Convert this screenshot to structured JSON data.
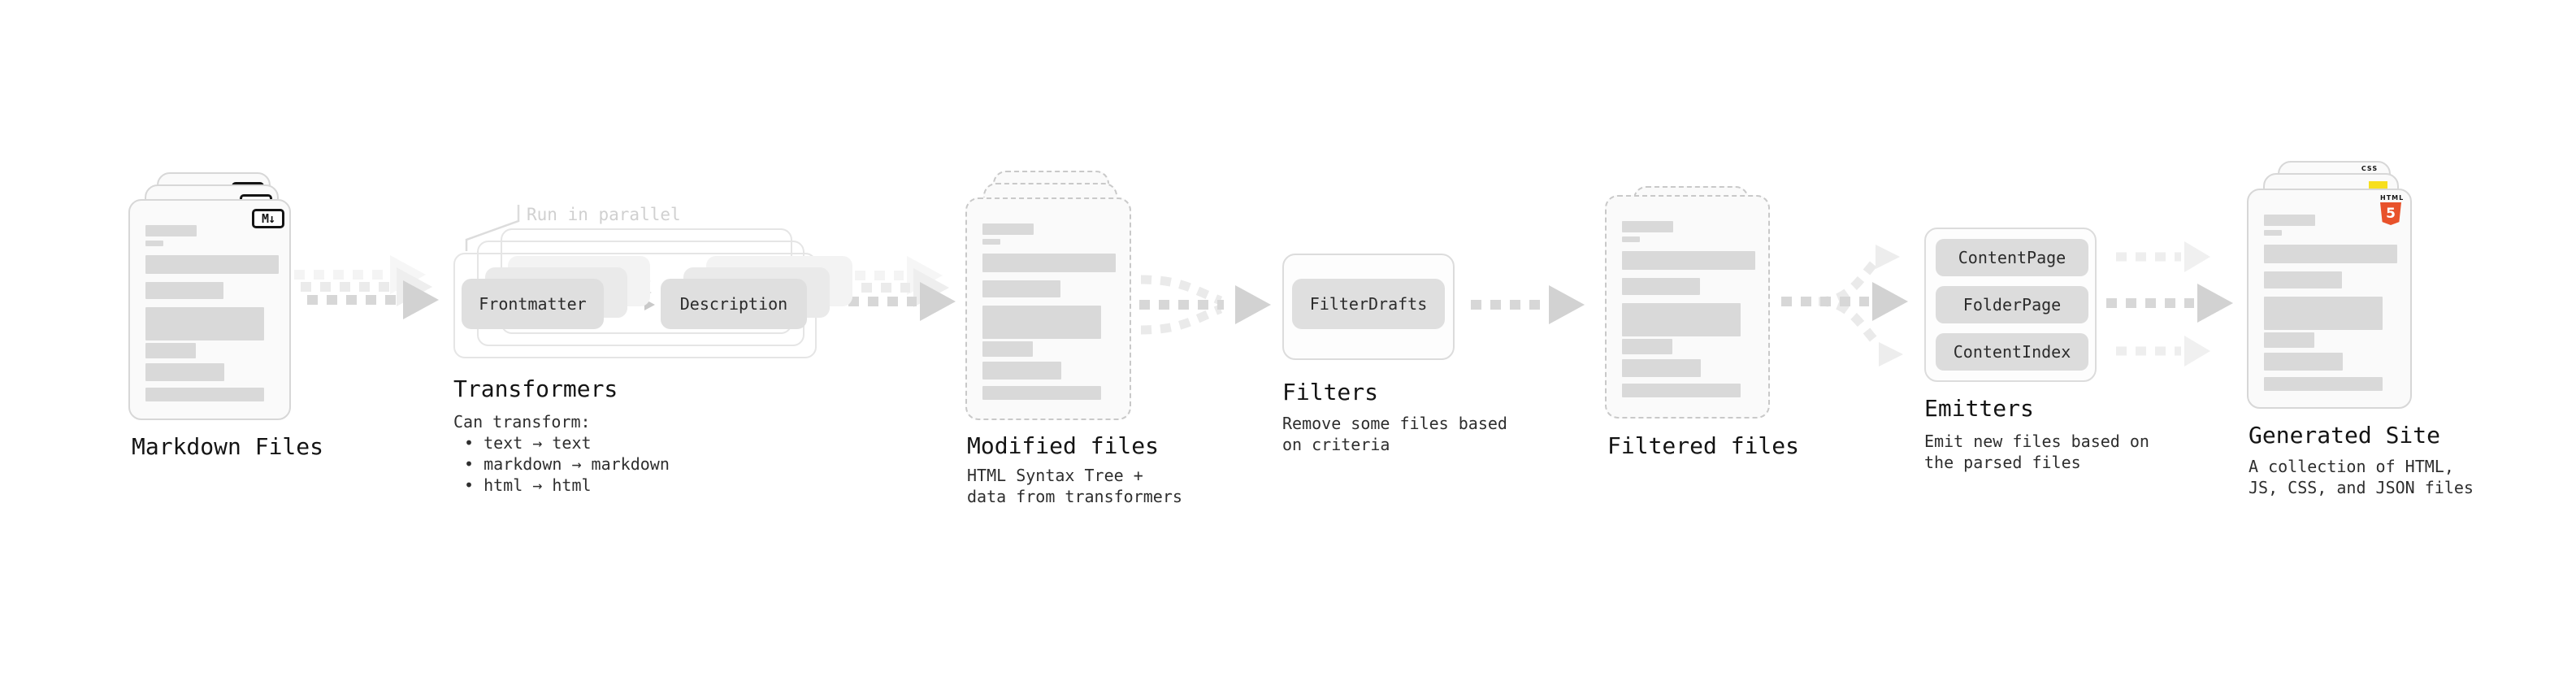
{
  "stages": {
    "markdown": {
      "label": "Markdown Files",
      "badge": "M↓"
    },
    "transformers": {
      "label": "Transformers",
      "annotation": "Run in parallel",
      "left_box": "Frontmatter",
      "right_box": "Description",
      "desc_title": "Can transform:",
      "bullet1": "• text → text",
      "bullet2": "• markdown → markdown",
      "bullet3": "• html → html"
    },
    "modified": {
      "label": "Modified files",
      "desc1": "HTML Syntax Tree +",
      "desc2": "data from transformers"
    },
    "filters": {
      "label": "Filters",
      "box": "FilterDrafts",
      "desc1": "Remove some files based",
      "desc2": "on criteria"
    },
    "filtered": {
      "label": "Filtered files"
    },
    "emitters": {
      "label": "Emitters",
      "box1": "ContentPage",
      "box2": "FolderPage",
      "box3": "ContentIndex",
      "desc1": "Emit new files based on",
      "desc2": "the parsed files"
    },
    "generated": {
      "label": "Generated Site",
      "desc1": "A collection of HTML,",
      "desc2": "JS, CSS, and JSON files",
      "badge_css": "CSS",
      "badge_html_word": "HTML",
      "badge_html_number": "5"
    }
  },
  "colors": {
    "card_background": "#fafafa",
    "placeholder_bar": "#d9d9d9",
    "arrow_gray": "#d6d6d6",
    "box_gray": "#dedede",
    "html5_orange": "#e8522b",
    "js_yellow": "#f7df1e",
    "css_blue": "#2f6bf0",
    "heading_text": "#141414",
    "muted_annotation": "#d0d0d0"
  }
}
